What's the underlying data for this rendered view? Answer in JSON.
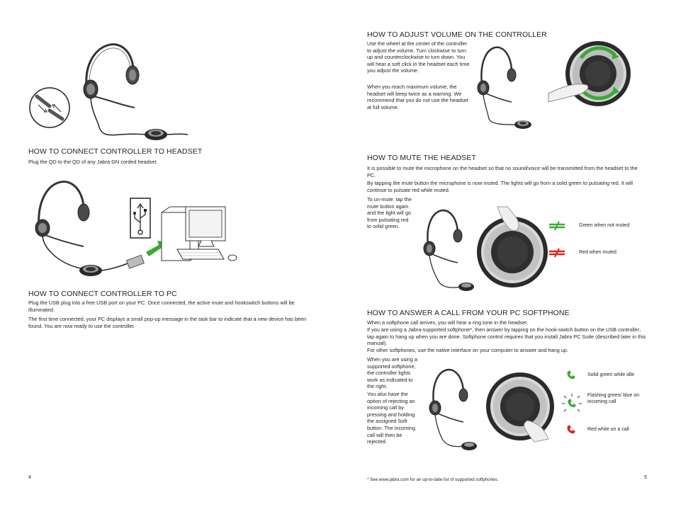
{
  "left_page": {
    "page_number": "4",
    "connect_headset": {
      "heading": "HOW TO CONNECT CONTROLLER TO HEADSET",
      "text": "Plug the QD to the QD of any Jabra GN corded headset."
    },
    "connect_pc": {
      "heading": "HOW TO CONNECT CONTROLLER TO PC",
      "para1": "Plug the USB plug into a free USB port on your PC. Once connected, the active mute and hookswitch buttons will be illuminated.",
      "para2": "The first time connected, your PC displays a small pop-up message in the task bar to indicate that a new device has been found. You are now ready to use the controller."
    }
  },
  "right_page": {
    "page_number": "5",
    "adjust_volume": {
      "heading": "HOW TO ADJUST VOLUME ON THE CONTROLLER",
      "para1": "Use the wheel at the center of the controller to adjust the volume. Turn clockwise to turn up and counterclockwise to turn down. You will hear a soft click in the headset each time you adjust the volume.",
      "para2": "When you reach maximum volume, the headset will beep twice as a warning. We recommend that you do not use the headset at full volume."
    },
    "mute": {
      "heading": "HOW TO MUTE THE HEADSET",
      "para1": "It is possible to mute the microphone on the headset so that no sound/voice will be transmitted from the headset to the PC.",
      "para2": "By tapping the mute button the microphone is now muted. The lights will go from a solid green to pulsating red. It will continue to pulsate red while muted.",
      "para3": "To un-mute: tap the mute button again and the light will go from pulsating red to solid green.",
      "legend": [
        {
          "label": "Green when not muted",
          "color": "#3aa935"
        },
        {
          "label": "Red when muted",
          "color": "#e2231a"
        }
      ]
    },
    "answer_call": {
      "heading": "HOW TO ANSWER A CALL FROM YOUR PC SOFTPHONE",
      "para1": "When a softphone call arrives, you will hear a ring tone in the headset.",
      "para2": "If you are using a Jabra-supported softphone*, then answer by tapping on the hook-switch button on the USB controller; tap again to hang up when you are done. Softphone control requires that you install Jabra PC Suite (described later in this manual).",
      "para3": "For other softphones, use the native interface on your computer to answer and hang up.",
      "para4": "When you are using a supported softphone, the controller lights work as indicated to the right.",
      "para5": "You also have the option of rejecting an incoming call by pressing and holding the assigned Soft button. The incoming call will then be rejected.",
      "legend": [
        {
          "label": "Solid green while idle",
          "color": "#3aa935"
        },
        {
          "label": "Flashing green/ blue on incoming call",
          "color": "#3aa935"
        },
        {
          "label": "Red while on a call",
          "color": "#e2231a"
        }
      ]
    },
    "footnote": "* See www.jabra.com for an up-to-date list of supported softphones."
  }
}
